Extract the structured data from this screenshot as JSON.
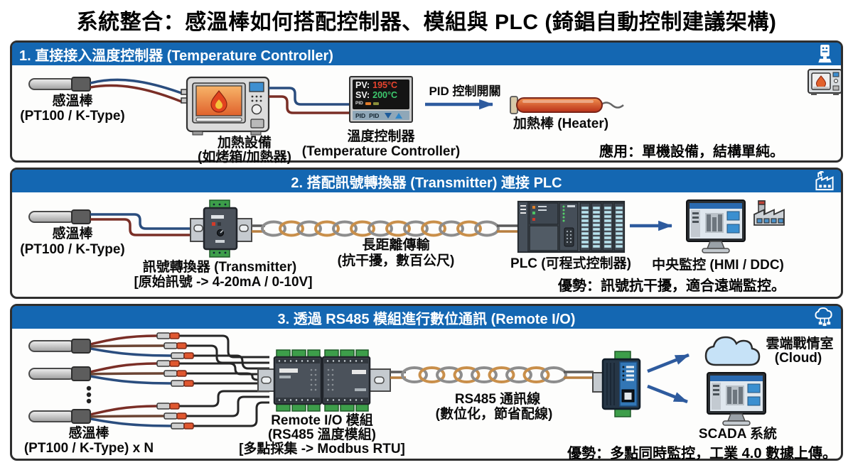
{
  "title": "系統整合：感溫棒如何搭配控制器、模組與 PLC (錡錩自動控制建議架構)",
  "s1": {
    "header": "1. 直接接入溫度控制器 (Temperature Controller)",
    "probe_line1": "感溫棒",
    "probe_line2": "(PT100 / K-Type)",
    "oven_line1": "加熱設備",
    "oven_line2": "(如烤箱/加熱器)",
    "ctrl_pv_label": "PV:",
    "ctrl_pv_value": "195°C",
    "ctrl_sv_label": "SV:",
    "ctrl_sv_value": "200°C",
    "ctrl_pid_small": "PID",
    "ctrl_btn1": "PID",
    "ctrl_btn2": "PID",
    "ctrl_line1": "溫度控制器",
    "ctrl_line2": "(Temperature Controller)",
    "arrow_label": "PID 控制開關",
    "heater_label": "加熱棒 (Heater)",
    "note": "應用：單機設備，結構單純。"
  },
  "s2": {
    "header": "2. 搭配訊號轉換器 (Transmitter) 連接 PLC",
    "probe_line1": "感溫棒",
    "probe_line2": "(PT100 / K-Type)",
    "tx_line1": "訊號轉換器 (Transmitter)",
    "tx_line2": "[原始訊號 -> 4-20mA / 0-10V]",
    "wire_line1": "長距離傳輸",
    "wire_line2": "(抗干擾，數百公尺)",
    "plc_label": "PLC (可程式控制器)",
    "hmi_label": "中央監控 (HMI / DDC)",
    "note": "優勢：訊號抗干擾，適合遠端監控。"
  },
  "s3": {
    "header": "3. 透過 RS485 模組進行數位通訊 (Remote I/O)",
    "probe_line1": "感溫棒",
    "probe_line2": "(PT100 / K-Type) x N",
    "module_line1": "Remote I/O 模組",
    "module_line2": "(RS485 溫度模組)",
    "module_line3": "[多點採集 -> Modbus RTU]",
    "wire_line1": "RS485 通訊線",
    "wire_line2": "(數位化，節省配線)",
    "cloud_line1": "雲端戰情室",
    "cloud_line2": "(Cloud)",
    "scada_label": "SCADA 系統",
    "note": "優勢：多點同時監控，工業 4.0 數據上傳。"
  },
  "colors": {
    "header_blue": "#1467b2",
    "arrow_blue": "#2e5b9e",
    "pv_red": "#e8432e",
    "sv_green": "#3dc96e"
  }
}
